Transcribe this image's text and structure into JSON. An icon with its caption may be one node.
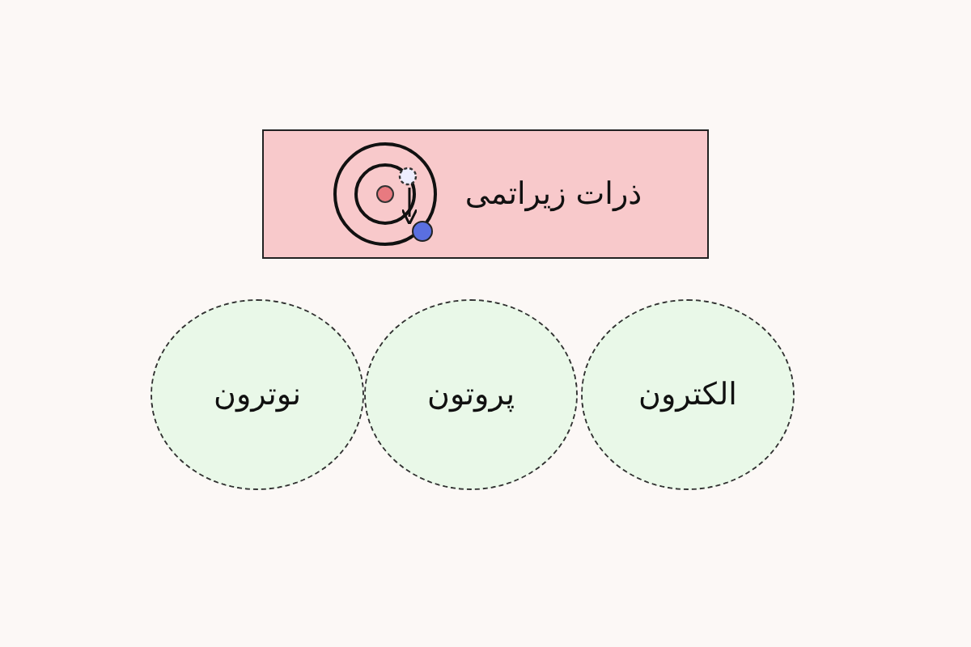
{
  "diagram": {
    "nodes": [
      {
        "text": [
          "ذرات زیراتمی"
        ]
      },
      {
        "text": [
          "الکترون"
        ]
      },
      {
        "text": [
          "پروتون"
        ]
      },
      {
        "text": [
          "نوترون"
        ]
      }
    ]
  }
}
